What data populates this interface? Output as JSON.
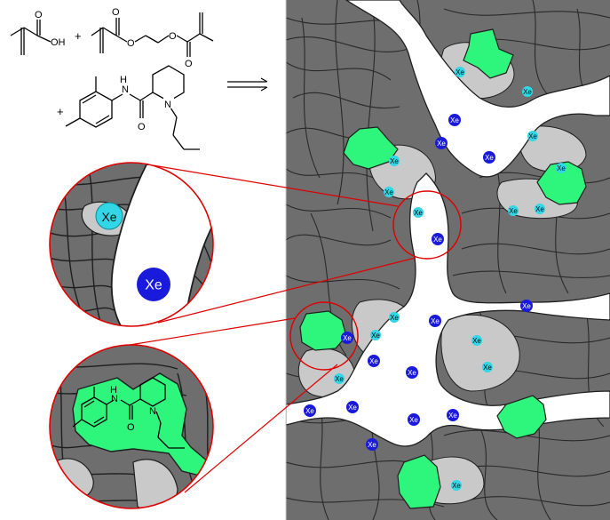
{
  "atoms": {
    "O": "O",
    "OH": "OH",
    "N": "N",
    "H": "H"
  },
  "operators": {
    "plus": "+"
  },
  "xe_label": "Xe",
  "colors": {
    "fiber": "#6e6e6e",
    "fiber_stroke": "#1e1e1e",
    "pore_light": "#c9c9c9",
    "template_green": "#2ef57c",
    "xe_free": "#1a1adb",
    "xe_bound": "#33d6e6",
    "zoom_red": "#e00000",
    "bond": "#000000"
  }
}
